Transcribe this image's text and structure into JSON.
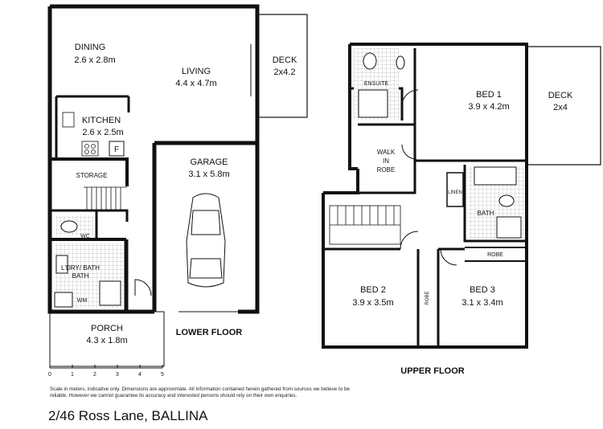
{
  "lower_floor": {
    "title": "LOWER FLOOR",
    "rooms": [
      {
        "id": "dining",
        "name": "DINING",
        "size": "2.6 x 2.8m"
      },
      {
        "id": "living",
        "name": "LIVING",
        "size": "4.4 x 4.7m"
      },
      {
        "id": "deck",
        "name": "DECK",
        "size": "2x4.2"
      },
      {
        "id": "kitchen",
        "name": "KITCHEN",
        "size": "2.6 x 2.5m"
      },
      {
        "id": "storage",
        "name": "STORAGE",
        "size": ""
      },
      {
        "id": "garage",
        "name": "GARAGE",
        "size": "3.1 x 5.8m"
      },
      {
        "id": "wc",
        "name": "WC",
        "size": ""
      },
      {
        "id": "laundry",
        "name": "L'DRY/ BATH",
        "size": ""
      },
      {
        "id": "porch",
        "name": "PORCH",
        "size": "4.3 x 1.8m"
      }
    ],
    "fixtures": {
      "fridge": "F",
      "washing_machine": "WM"
    }
  },
  "upper_floor": {
    "title": "UPPER FLOOR",
    "rooms": [
      {
        "id": "ensuite",
        "name": "ENSUITE",
        "size": ""
      },
      {
        "id": "bed1",
        "name": "BED 1",
        "size": "3.9 x 4.2m"
      },
      {
        "id": "deck",
        "name": "DECK",
        "size": "2x4"
      },
      {
        "id": "walkin",
        "name": "WALK IN ROBE",
        "size": ""
      },
      {
        "id": "linen",
        "name": "LINEN",
        "size": ""
      },
      {
        "id": "bath",
        "name": "BATH",
        "size": ""
      },
      {
        "id": "robe",
        "name": "ROBE",
        "size": ""
      },
      {
        "id": "robe2",
        "name": "ROBE",
        "size": ""
      },
      {
        "id": "bed2",
        "name": "BED 2",
        "size": "3.9 x 3.5m"
      },
      {
        "id": "bed3",
        "name": "BED 3",
        "size": "3.1 x 3.4m"
      }
    ]
  },
  "scale": {
    "ticks": [
      "0",
      "1",
      "2",
      "3",
      "4",
      "5"
    ]
  },
  "disclaimer": "Scale in meters, indicative only. Dimensions are approximate. All information contained herein gathered from sources we believe to be reliable. However we cannot guarantee its accuracy and interested persons should rely on their own enquiries.",
  "address": "2/46 Ross Lane, BALLINA"
}
